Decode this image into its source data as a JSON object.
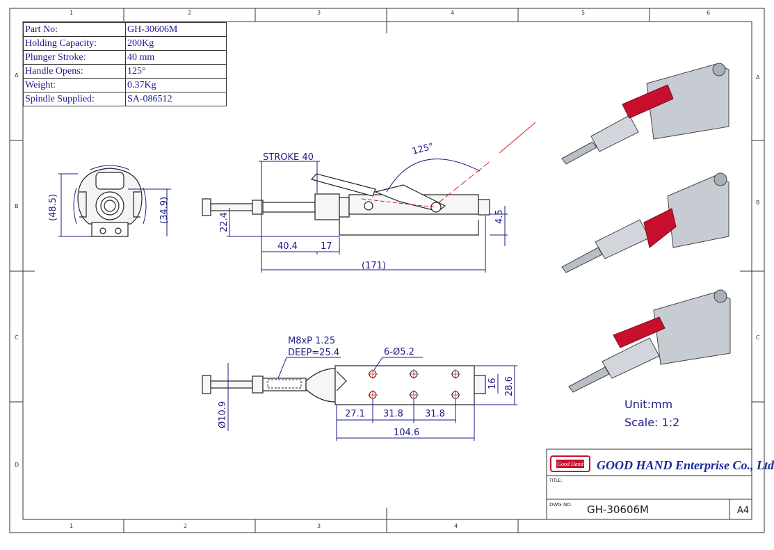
{
  "zones": {
    "columns": [
      "1",
      "2",
      "3",
      "4",
      "5",
      "6"
    ],
    "columns_bottom": [
      "1",
      "2",
      "3",
      "4"
    ],
    "rows": [
      "A",
      "B",
      "C",
      "D"
    ]
  },
  "specs": [
    {
      "label": "Part No:",
      "value": "GH-30606M"
    },
    {
      "label": "Holding Capacity:",
      "value": "200Kg"
    },
    {
      "label": "Plunger Stroke:",
      "value": "40 mm"
    },
    {
      "label": "Handle Opens:",
      "value": "125°"
    },
    {
      "label": "Weight:",
      "value": "0.37Kg"
    },
    {
      "label": "Spindle Supplied:",
      "value": "SA-086512"
    }
  ],
  "dimensions": {
    "end_width": "(48.5)",
    "end_height": "(34.9)",
    "stroke": "STROKE 40",
    "angle": "125°",
    "height_22": "22.4",
    "offset_40": "40.4",
    "offset_17": "17",
    "small_45": "4.5",
    "overall": "(171)",
    "thread": "M8xP 1.25",
    "deep": "DEEP=25.4",
    "holes": "6-Ø5.2",
    "dia": "Ø10.9",
    "d27": "27.1",
    "d31a": "31.8",
    "d31b": "31.8",
    "base_len": "104.6",
    "w16": "16",
    "w28": "28.6"
  },
  "notes": {
    "unit": "Unit:mm",
    "scale": "Scale: 1:2"
  },
  "title_block": {
    "logo_text": "Good Hand",
    "company": "GOOD HAND Enterprise Co., Ltd",
    "title_label": "TITLE:",
    "dwg_label": "DWG NO.",
    "dwg_no": "GH-30606M",
    "size": "A4"
  },
  "colors": {
    "ink": "#1a1a8a",
    "frame": "#333333",
    "handle_red": "#c8102e",
    "steel": "#c7ccd3"
  }
}
